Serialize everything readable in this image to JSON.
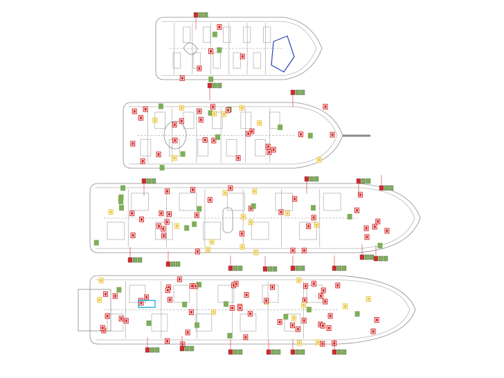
{
  "colors": {
    "outline": "#8a8a8a",
    "detail": "#b5b5b5",
    "safety_red": "#d42a2a",
    "escape_green": "#7fae5a",
    "warning_yellow": "#e9c233",
    "lifejacket_blue": "#2a3fb0",
    "life_raft_cyan": "#29b6e0"
  },
  "decks": [
    {
      "id": "sun-deck"
    },
    {
      "id": "bridge-deck"
    },
    {
      "id": "main-deck"
    },
    {
      "id": "lower-deck"
    }
  ]
}
